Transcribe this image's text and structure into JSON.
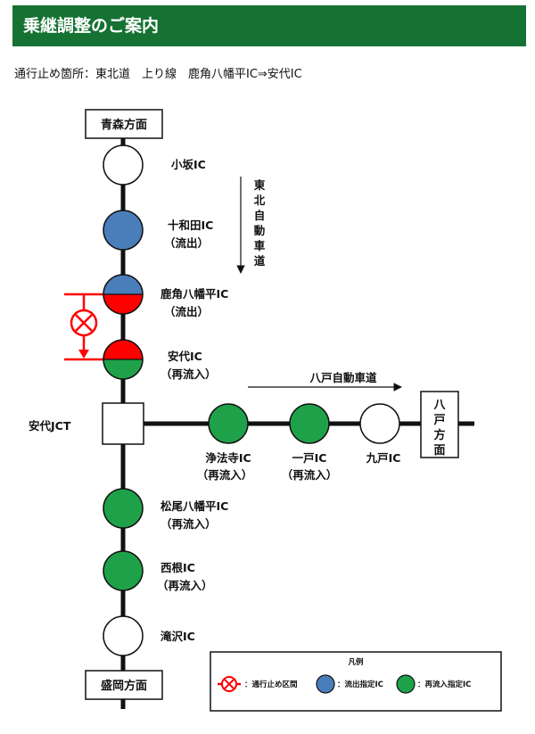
{
  "header": {
    "title": "乗継調整のご案内"
  },
  "notice": "通行止め箇所：東北道　上り線　鹿角八幡平IC⇒安代IC",
  "directions": {
    "aomori": "青森方面",
    "morioka": "盛岡方面",
    "hachinohe": [
      "八",
      "戸",
      "方",
      "面"
    ]
  },
  "roads": {
    "tohoku": [
      "東",
      "北",
      "自",
      "動",
      "車",
      "道"
    ],
    "hachinohe": "八戸自動車道"
  },
  "junction": {
    "label": "安代JCT"
  },
  "interchanges": {
    "kosaka": {
      "name": "小坂IC",
      "type": "normal"
    },
    "towada": {
      "name": "十和田IC",
      "note": "（流出）",
      "type": "exit"
    },
    "kazuno": {
      "name": "鹿角八幡平IC",
      "note": "（流出）",
      "type": "exit-closed"
    },
    "ashiro": {
      "name": "安代IC",
      "note": "（再流入）",
      "type": "closed-reentry"
    },
    "joboji": {
      "name": "浄法寺IC",
      "note": "（再流入）",
      "type": "reentry"
    },
    "ichinohe": {
      "name": "一戸IC",
      "note": "（再流入）",
      "type": "reentry"
    },
    "kunohe": {
      "name": "九戸IC",
      "type": "normal"
    },
    "matsuo": {
      "name": "松尾八幡平IC",
      "note": "（再流入）",
      "type": "reentry"
    },
    "nishine": {
      "name": "西根IC",
      "note": "（再流入）",
      "type": "reentry"
    },
    "takizawa": {
      "name": "滝沢IC",
      "type": "normal"
    }
  },
  "legend": {
    "title": "凡例",
    "closed": "：通行止め区間",
    "exit": "：流出指定IC",
    "reentry": "：再流入指定IC"
  },
  "colors": {
    "header": "#157232",
    "exit": "#4a7ebb",
    "reentry": "#1fa14a",
    "closed": "#ff0000",
    "road": "#111111"
  }
}
